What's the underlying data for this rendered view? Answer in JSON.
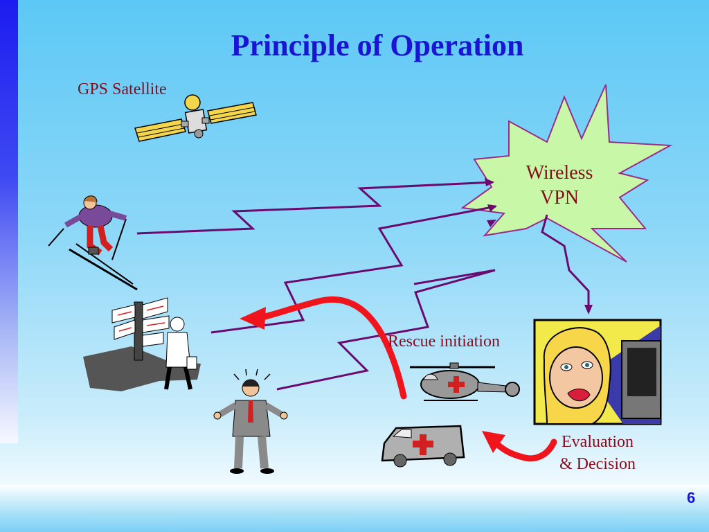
{
  "slide": {
    "title": "Principle of Operation",
    "page_number": "6"
  },
  "labels": {
    "gps_satellite": "GPS Satellite",
    "wireless_line1": "Wireless",
    "wireless_line2": "VPN",
    "rescue_initiation": "Rescue initiation",
    "evaluation_line1": "Evaluation",
    "evaluation_line2": "& Decision"
  },
  "colors": {
    "title": "#1a14d4",
    "label": "#8b0b1e",
    "signal_line": "#6a0a70",
    "starburst_fill": "#c8f7a8",
    "arrow": "#f0141c"
  },
  "icons": [
    "satellite-icon",
    "skier-icon",
    "signpost-hiker-icon",
    "confused-man-icon",
    "helicopter-icon",
    "ambulance-icon",
    "operator-woman-icon"
  ]
}
